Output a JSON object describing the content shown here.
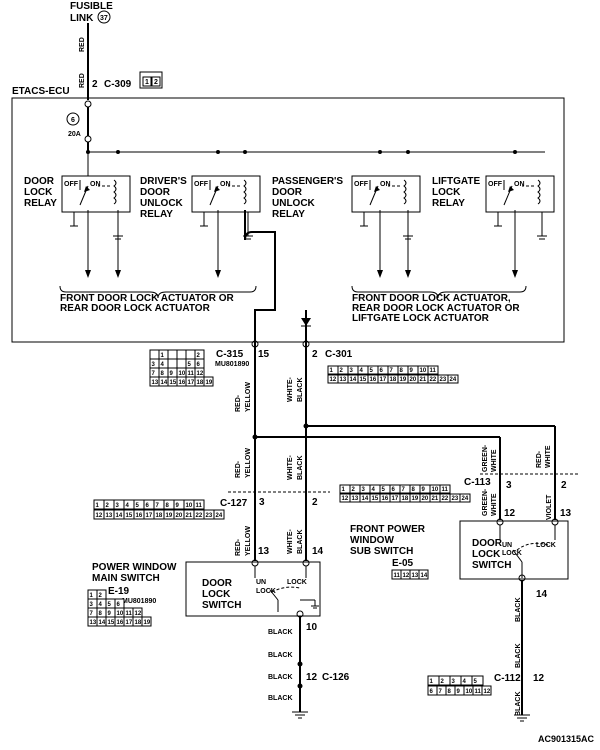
{
  "top": {
    "fusible_link_line1": "FUSIBLE",
    "fusible_link_line2": "LINK",
    "fusible_link_no": "37",
    "wire_red_a": "RED",
    "wire_red_b": "RED",
    "pin_2": "2",
    "conn_c309": "C-309",
    "c309_pins": [
      "1",
      "2"
    ]
  },
  "etacs": {
    "title": "ETACS-ECU",
    "fuse_no": "6",
    "fuse_amp": "20A",
    "relays": [
      {
        "l1": "DOOR",
        "l2": "LOCK",
        "l3": "RELAY",
        "l4": ""
      },
      {
        "l1": "DRIVER'S",
        "l2": "DOOR",
        "l3": "UNLOCK",
        "l4": "RELAY"
      },
      {
        "l1": "PASSENGER'S",
        "l2": "DOOR",
        "l3": "UNLOCK",
        "l4": "RELAY"
      },
      {
        "l1": "LIFTGATE",
        "l2": "LOCK",
        "l3": "RELAY",
        "l4": ""
      }
    ],
    "off_label": "OFF",
    "on_label": "ON",
    "left_group_l1": "FRONT DOOR LOCK ACTUATOR OR",
    "left_group_l2": "REAR DOOR LOCK ACTUATOR",
    "right_group_l1": "FRONT DOOR LOCK ACTUATOR,",
    "right_group_l2": "REAR DOOR LOCK ACTUATOR OR",
    "right_group_l3": "LIFTGATE LOCK ACTUATOR"
  },
  "c315": {
    "label": "C-315",
    "code": "MU801890",
    "pin15": "15",
    "wire_red": "RED-",
    "wire_yellow": "YELLOW",
    "row1": [
      "",
      "1",
      "",
      "",
      "",
      "2"
    ],
    "row2": [
      "3",
      "4",
      "",
      "",
      "5",
      "6"
    ],
    "row3": [
      "7",
      "8",
      "9",
      "10",
      "11",
      "12"
    ],
    "row4": [
      "13",
      "14",
      "15",
      "16",
      "17",
      "18",
      "19"
    ]
  },
  "c301": {
    "label": "C-301",
    "pin2": "2",
    "wire_white": "WHITE-",
    "wire_black": "BLACK",
    "row1": [
      "1",
      "2",
      "3",
      "4",
      "5",
      "6",
      "7",
      "8",
      "9",
      "10",
      "11"
    ],
    "row2": [
      "12",
      "13",
      "14",
      "15",
      "16",
      "17",
      "18",
      "19",
      "20",
      "21",
      "22",
      "23",
      "24"
    ]
  },
  "c127": {
    "label": "C-127",
    "pin3": "3",
    "pin2": "2",
    "row1": [
      "1",
      "2",
      "3",
      "4",
      "5",
      "6",
      "7",
      "8",
      "9",
      "10",
      "11"
    ],
    "row2": [
      "12",
      "13",
      "14",
      "15",
      "16",
      "17",
      "18",
      "19",
      "20",
      "21",
      "22",
      "23",
      "24"
    ]
  },
  "c113": {
    "label": "C-113",
    "pin3": "3",
    "pin2": "2",
    "row1": [
      "1",
      "2",
      "3",
      "4",
      "5",
      "6",
      "7",
      "8",
      "9",
      "10",
      "11"
    ],
    "row2": [
      "12",
      "13",
      "14",
      "15",
      "16",
      "17",
      "18",
      "19",
      "20",
      "21",
      "22",
      "23",
      "24"
    ]
  },
  "wires": {
    "red_yellow_a": "RED-",
    "red_yellow_b": "YELLOW",
    "white_black_a": "WHITE-",
    "white_black_b": "BLACK",
    "green_white_a": "GREEN-",
    "green_white_b": "WHITE",
    "red_white_a": "RED-",
    "red_white_b": "WHITE",
    "violet": "VIOLET",
    "black": "BLACK"
  },
  "pw_main": {
    "title_l1": "POWER WINDOW",
    "title_l2": "MAIN SWITCH",
    "conn": "E-19",
    "code": "MU801890",
    "switch_l1": "DOOR",
    "switch_l2": "LOCK",
    "switch_l3": "SWITCH",
    "un_l1": "UN",
    "un_l2": "LOCK",
    "lock": "LOCK",
    "pin13": "13",
    "pin14": "14",
    "pin10": "10",
    "row1": [
      "1",
      "2"
    ],
    "row2": [
      "3",
      "4",
      "5",
      "6"
    ],
    "row3": [
      "7",
      "8",
      "9",
      "10",
      "11",
      "12"
    ],
    "row4": [
      "13",
      "14",
      "15",
      "16",
      "17",
      "18",
      "19"
    ]
  },
  "pw_sub": {
    "title_l1": "FRONT POWER",
    "title_l2": "WINDOW",
    "title_l3": "SUB SWITCH",
    "conn": "E-05",
    "switch_l1": "DOOR",
    "switch_l2": "LOCK",
    "switch_l3": "SWITCH",
    "un_l1": "UN",
    "un_l2": "LOCK",
    "lock": "LOCK",
    "pin12": "12",
    "pin13": "13",
    "pin14": "14",
    "e05_pins": [
      "11",
      "12",
      "13",
      "14"
    ]
  },
  "bottom": {
    "pin12": "12",
    "conn_c126": "C-126",
    "conn_c112": "C-112",
    "pin12_right": "12",
    "c112_row1": [
      "1",
      "2",
      "3",
      "4",
      "5"
    ],
    "c112_row2": [
      "6",
      "7",
      "8",
      "9",
      "10",
      "11",
      "12"
    ],
    "figure_id": "AC901315AC"
  }
}
